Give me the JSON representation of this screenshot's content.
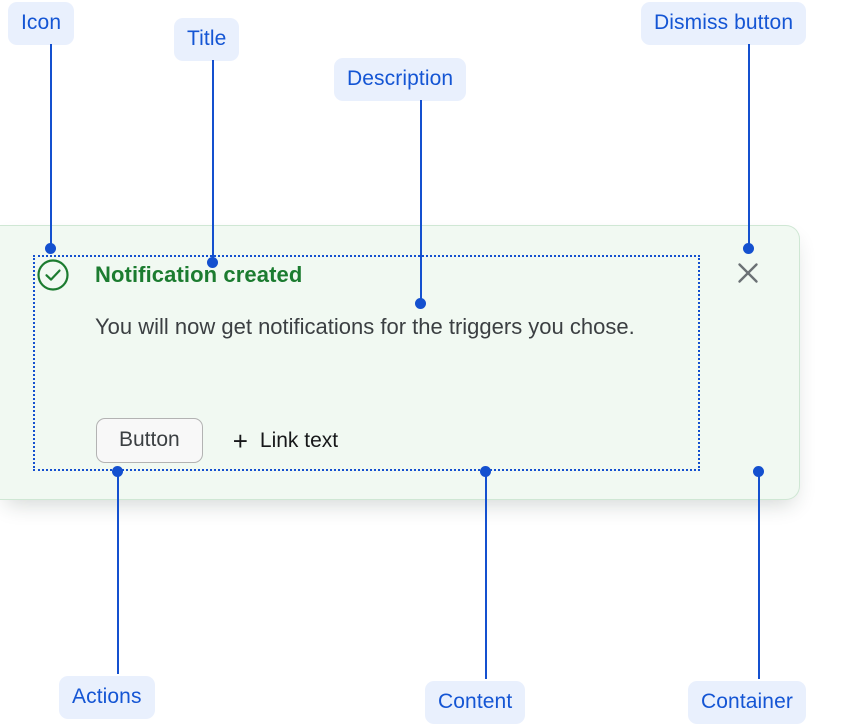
{
  "annotations": [
    {
      "id": "icon",
      "label": "Icon"
    },
    {
      "id": "title",
      "label": "Title"
    },
    {
      "id": "description",
      "label": "Description"
    },
    {
      "id": "dismiss-button",
      "label": "Dismiss button"
    },
    {
      "id": "actions",
      "label": "Actions"
    },
    {
      "id": "content",
      "label": "Content"
    },
    {
      "id": "container",
      "label": "Container"
    }
  ],
  "notification": {
    "status": "success",
    "icon": "check-circle-icon",
    "title": "Notification created",
    "description": "You will now get notifications for the triggers you chose.",
    "actions": {
      "button_label": "Button",
      "link_icon": "plus-icon",
      "link_label": "Link text"
    },
    "dismiss_icon": "close-icon"
  },
  "colors": {
    "annotation_blue": "#1450cf",
    "annotation_chip_bg": "#e9f0fd",
    "success_green": "#1c7c30",
    "card_bg": "#f1f9f2",
    "card_border": "#cfe7d4",
    "body_text": "#3b3f42",
    "dismiss_gray": "#6b7175"
  }
}
